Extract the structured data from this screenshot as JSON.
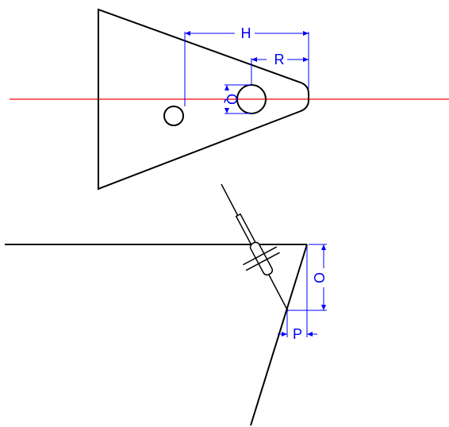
{
  "colors": {
    "outline": "#000000",
    "dimension": "#0000ff",
    "centerline": "#ff0000",
    "background": "#ffffff"
  },
  "labels": {
    "h": "H",
    "r": "R",
    "q": "Q",
    "o": "O",
    "p": "P"
  }
}
